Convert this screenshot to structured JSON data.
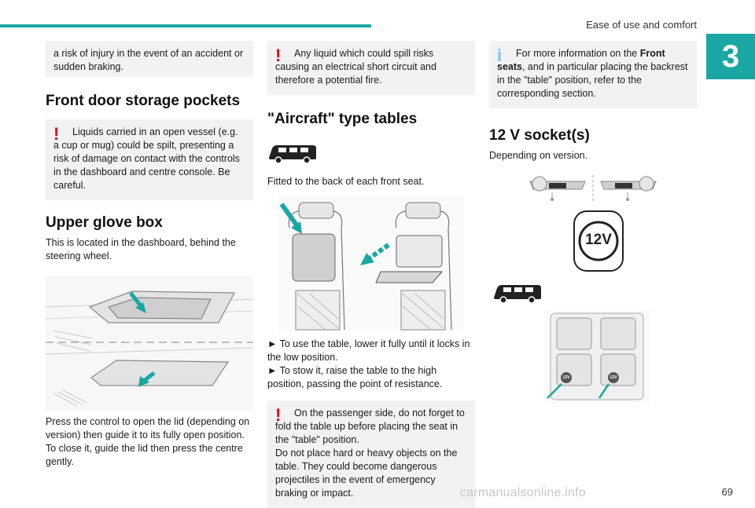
{
  "header": {
    "section_title": "Ease of use and comfort",
    "chapter_number": "3"
  },
  "col1": {
    "warning1": "a risk of injury in the event of an accident or sudden braking.",
    "heading1": "Front door storage pockets",
    "warning2": "Liquids carried in an open vessel (e.g. a cup or mug) could be spilt, presenting a risk of damage on contact with the controls in the dashboard and centre console. Be careful.",
    "heading2": "Upper glove box",
    "text1": "This is located in the dashboard, behind the steering wheel.",
    "text2": "Press the control to open the lid (depending on version) then guide it to its fully open position.",
    "text3": "To close it, guide the lid then press the centre gently."
  },
  "col2": {
    "warning1": "Any liquid which could spill risks causing an electrical short circuit and therefore a potential fire.",
    "heading1": "\"Aircraft\" type tables",
    "text1": "Fitted to the back of each front seat.",
    "step1": "► To use the table, lower it fully until it locks in the low position.",
    "step2": "► To stow it, raise the table to the high position, passing the point of resistance.",
    "warning2_p1": "On the passenger side, do not forget to fold the table up before placing the seat in the \"table\" position.",
    "warning2_p2": "Do not place hard or heavy objects on the table. They could become dangerous projectiles in the event of emergency braking or impact."
  },
  "col3": {
    "info_pre": "For more information on the ",
    "info_bold": "Front seats",
    "info_post": ", and in particular placing the backrest in the \"table\" position, refer to the corresponding section.",
    "heading1": "12 V socket(s)",
    "text1": "Depending on version.",
    "socket_label": "12V",
    "small_socket_label": "12V"
  },
  "footer": {
    "page_number": "69",
    "watermark": "carmanualsonline.info"
  },
  "colors": {
    "accent": "#1aa7a3",
    "warning": "#e2001a",
    "info": "#6ec6f0",
    "box_bg": "#f2f2f2"
  }
}
